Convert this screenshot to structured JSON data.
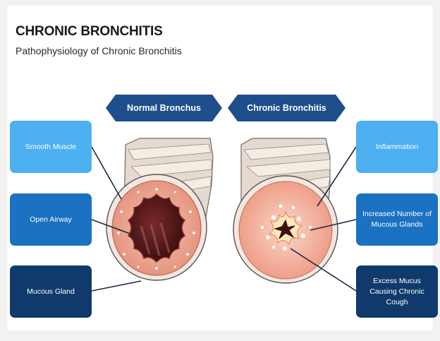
{
  "title": "CHRONIC BRONCHITIS",
  "subtitle": "Pathophysiology of Chronic Bronchitis",
  "headers": {
    "normal": "Normal Bronchus",
    "chronic": "Chronic Bronchitis"
  },
  "left_labels": [
    "Smooth Muscle",
    "Open Airway",
    "Mucous Gland"
  ],
  "right_labels": [
    "Inflammation",
    "Increased Number of Mucous Glands",
    "Excess Mucus Causing Chronic Cough"
  ],
  "colors": {
    "light_blue": "#4db0f0",
    "mid_blue": "#1b71c2",
    "dark_blue": "#0f3a6b",
    "header_navy": "#1f4e8c",
    "tissue_pink": "#e89a86",
    "airway_dark": "#5a1b1b"
  },
  "icons": [
    "normal-bronchus-illustration",
    "chronic-bronchus-illustration"
  ]
}
